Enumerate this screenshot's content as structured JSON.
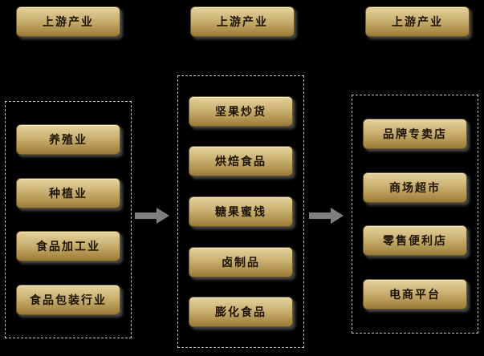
{
  "diagram": {
    "background": "#000000",
    "box_color_top": "#e3d19b",
    "box_color_bottom": "#97793a",
    "box_border_color": "#6e5824",
    "box_text_color": "#1d1403",
    "dashed_border_color": "#c2c2c2",
    "arrow_color": "#7f7f7f"
  },
  "headers": [
    {
      "label": "上游产业"
    },
    {
      "label": "上游产业"
    },
    {
      "label": "上游产业"
    }
  ],
  "columns": [
    {
      "name": "left-column",
      "items": [
        {
          "label": "养殖业"
        },
        {
          "label": "种植业"
        },
        {
          "label": "食品加工业"
        },
        {
          "label": "食品包装行业"
        }
      ]
    },
    {
      "name": "middle-column",
      "items": [
        {
          "label": "坚果炒货"
        },
        {
          "label": "烘焙食品"
        },
        {
          "label": "糖果蜜饯"
        },
        {
          "label": "卤制品"
        },
        {
          "label": "膨化食品"
        }
      ]
    },
    {
      "name": "right-column",
      "items": [
        {
          "label": "品牌专卖店"
        },
        {
          "label": "商场超市"
        },
        {
          "label": "零售便利店"
        },
        {
          "label": "电商平台"
        }
      ]
    }
  ]
}
